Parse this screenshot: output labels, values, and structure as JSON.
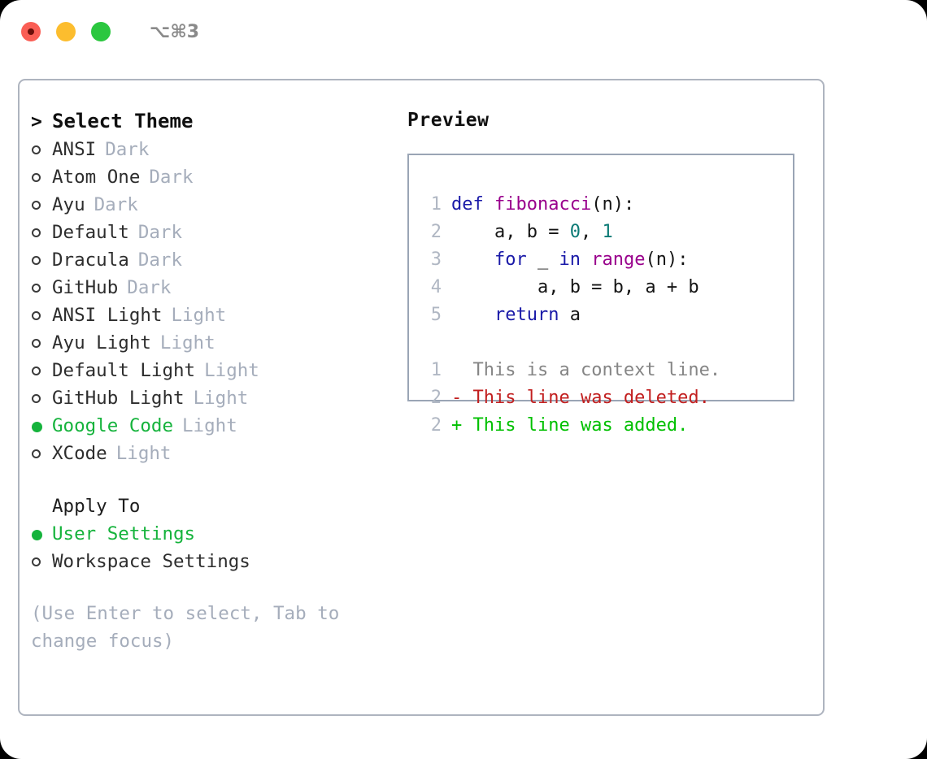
{
  "titlebar": {
    "shortcut": "⌥⌘3",
    "traffic_lights": [
      "close-red",
      "minimize-yellow",
      "maximize-green"
    ]
  },
  "theme_panel": {
    "caret": ">",
    "title": "Select Theme",
    "items": [
      {
        "name": "ANSI",
        "variant": "Dark",
        "selected": false
      },
      {
        "name": "Atom One",
        "variant": "Dark",
        "selected": false
      },
      {
        "name": "Ayu",
        "variant": "Dark",
        "selected": false
      },
      {
        "name": "Default",
        "variant": "Dark",
        "selected": false
      },
      {
        "name": "Dracula",
        "variant": "Dark",
        "selected": false
      },
      {
        "name": "GitHub",
        "variant": "Dark",
        "selected": false
      },
      {
        "name": "ANSI Light",
        "variant": "Light",
        "selected": false
      },
      {
        "name": "Ayu Light",
        "variant": "Light",
        "selected": false
      },
      {
        "name": "Default Light",
        "variant": "Light",
        "selected": false
      },
      {
        "name": "GitHub Light",
        "variant": "Light",
        "selected": false
      },
      {
        "name": "Google Code",
        "variant": "Light",
        "selected": true
      },
      {
        "name": "XCode",
        "variant": "Light",
        "selected": false
      }
    ]
  },
  "apply_to": {
    "heading": "Apply To",
    "options": [
      {
        "label": "User Settings",
        "selected": true
      },
      {
        "label": "Workspace Settings",
        "selected": false
      }
    ]
  },
  "hint": "(Use Enter to select, Tab to change focus)",
  "preview": {
    "title": "Preview",
    "code_lines": [
      {
        "num": "1",
        "tokens": [
          {
            "t": "def ",
            "c": "kw"
          },
          {
            "t": "fibonacci",
            "c": "fn"
          },
          {
            "t": "(n):",
            "c": "punct"
          }
        ]
      },
      {
        "num": "2",
        "tokens": [
          {
            "t": "    a, b = ",
            "c": "punct"
          },
          {
            "t": "0",
            "c": "num"
          },
          {
            "t": ", ",
            "c": "punct"
          },
          {
            "t": "1",
            "c": "num"
          }
        ]
      },
      {
        "num": "3",
        "tokens": [
          {
            "t": "    ",
            "c": "punct"
          },
          {
            "t": "for",
            "c": "kw"
          },
          {
            "t": " _ ",
            "c": "punct"
          },
          {
            "t": "in",
            "c": "kw"
          },
          {
            "t": " ",
            "c": "punct"
          },
          {
            "t": "range",
            "c": "fn"
          },
          {
            "t": "(n):",
            "c": "punct"
          }
        ]
      },
      {
        "num": "4",
        "tokens": [
          {
            "t": "        a, b = b, a + b",
            "c": "punct"
          }
        ]
      },
      {
        "num": "5",
        "tokens": [
          {
            "t": "    ",
            "c": "punct"
          },
          {
            "t": "return",
            "c": "kw"
          },
          {
            "t": " a",
            "c": "punct"
          }
        ]
      }
    ],
    "diff_lines": [
      {
        "num": "1",
        "marker": " ",
        "text": "This is a context line.",
        "kind": "diff-ctx"
      },
      {
        "num": "2",
        "marker": "-",
        "text": "This line was deleted.",
        "kind": "diff-del"
      },
      {
        "num": "2",
        "marker": "+",
        "text": "This line was added.",
        "kind": "diff-add"
      }
    ]
  },
  "colors": {
    "selected_green": "#15b33c",
    "variant_gray": "#a5adbb",
    "keyword_blue": "#1a1aa8",
    "function_purple": "#99008c",
    "number_teal": "#0b7a75",
    "diff_added_green": "#00c000",
    "diff_deleted_red": "#c21f1f",
    "border_gray": "#aeb4bf"
  }
}
